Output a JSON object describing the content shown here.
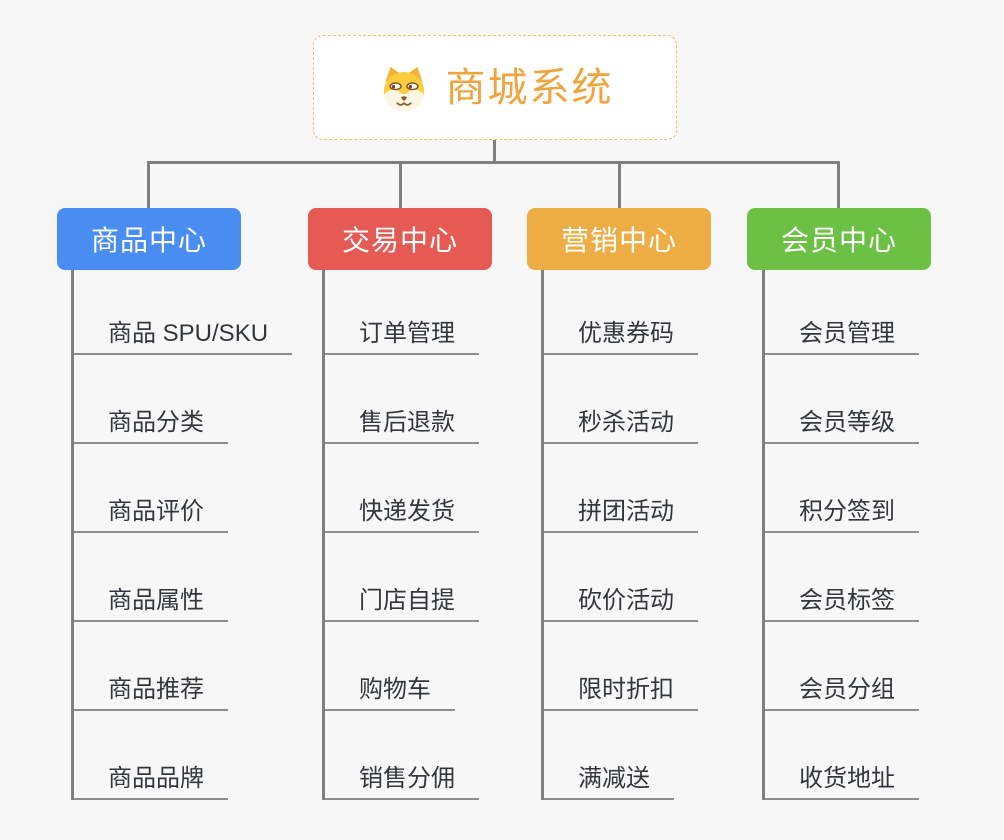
{
  "canvas": {
    "background": "#f7f7f7",
    "connector_color": "#7f7f7f"
  },
  "root": {
    "label": "商城系统",
    "text_color": "#f0a43e",
    "border_color": "#f2bd6e",
    "icon": "shiba-dog-icon"
  },
  "branches": [
    {
      "label": "商品中心",
      "color": "#4a8df2",
      "items": [
        "商品 SPU/SKU",
        "商品分类",
        "商品评价",
        "商品属性",
        "商品推荐",
        "商品品牌"
      ]
    },
    {
      "label": "交易中心",
      "color": "#e65a54",
      "items": [
        "订单管理",
        "售后退款",
        "快递发货",
        "门店自提",
        "购物车",
        "销售分佣"
      ]
    },
    {
      "label": "营销中心",
      "color": "#ecad44",
      "items": [
        "优惠券码",
        "秒杀活动",
        "拼团活动",
        "砍价活动",
        "限时折扣",
        "满减送"
      ]
    },
    {
      "label": "会员中心",
      "color": "#6cc044",
      "items": [
        "会员管理",
        "会员等级",
        "积分签到",
        "会员标签",
        "会员分组",
        "收货地址"
      ]
    }
  ]
}
